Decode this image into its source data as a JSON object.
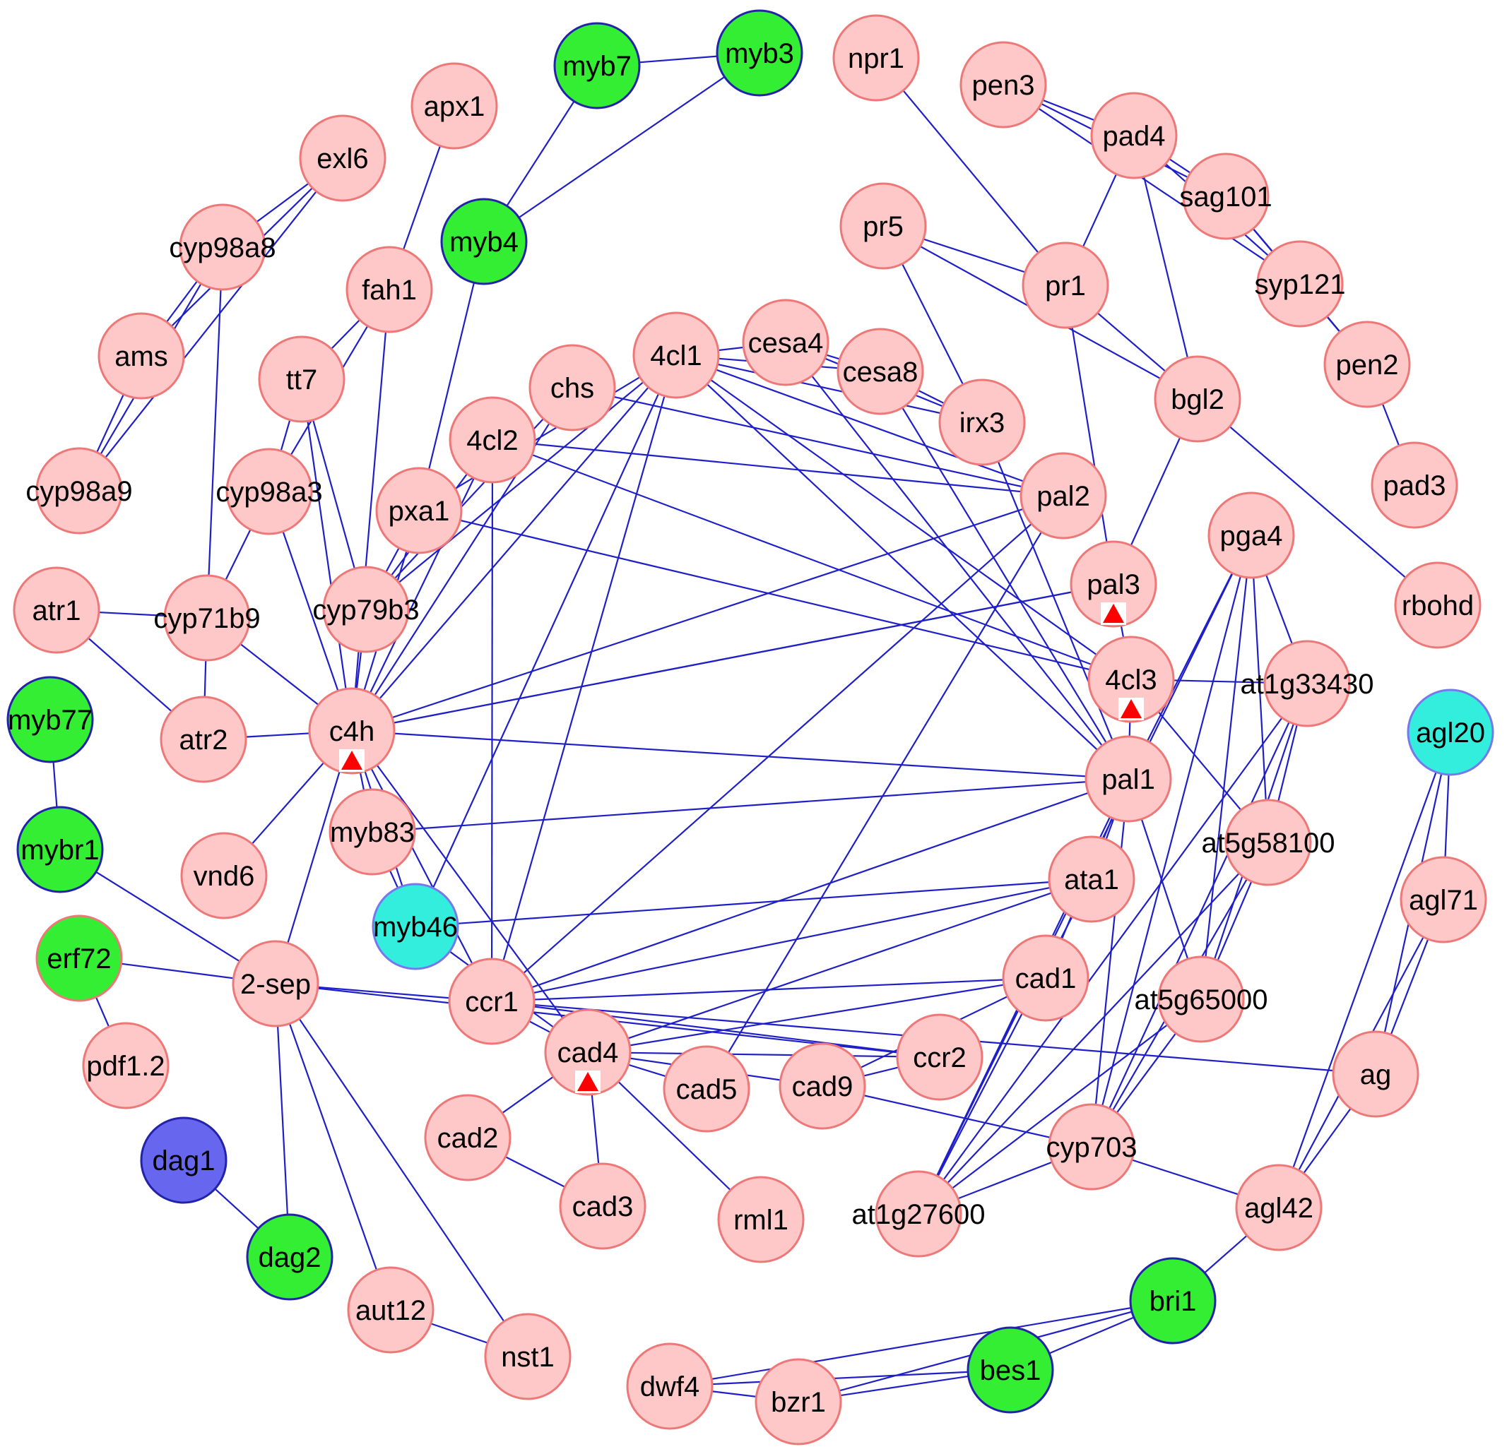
{
  "colors": {
    "edge": "#1f1fc8",
    "background": "#ffffff",
    "marker": "#ff0000",
    "node_fill": {
      "pink": "#ffc8c8",
      "green": "#33ee33",
      "cyan": "#33eedd",
      "blue": "#6666ee"
    },
    "node_stroke": {
      "pink": "#ee7777",
      "green": "#2222aa",
      "cyan": "#7777ee",
      "blue": "#2222aa"
    }
  },
  "nodes": [
    {
      "id": "myb7",
      "color": "green"
    },
    {
      "id": "myb3",
      "color": "green"
    },
    {
      "id": "npr1",
      "color": "pink"
    },
    {
      "id": "pen3",
      "color": "pink"
    },
    {
      "id": "apx1",
      "color": "pink"
    },
    {
      "id": "exl6",
      "color": "pink"
    },
    {
      "id": "pad4",
      "color": "pink"
    },
    {
      "id": "sag101",
      "color": "pink"
    },
    {
      "id": "myb4",
      "color": "green"
    },
    {
      "id": "cyp98a8",
      "color": "pink"
    },
    {
      "id": "pr5",
      "color": "pink"
    },
    {
      "id": "fah1",
      "color": "pink"
    },
    {
      "id": "pr1",
      "color": "pink"
    },
    {
      "id": "syp121",
      "color": "pink"
    },
    {
      "id": "ams",
      "color": "pink"
    },
    {
      "id": "4cl1",
      "color": "pink"
    },
    {
      "id": "cesa4",
      "color": "pink"
    },
    {
      "id": "tt7",
      "color": "pink"
    },
    {
      "id": "cesa8",
      "color": "pink"
    },
    {
      "id": "pen2",
      "color": "pink"
    },
    {
      "id": "chs",
      "color": "pink"
    },
    {
      "id": "bgl2",
      "color": "pink"
    },
    {
      "id": "irx3",
      "color": "pink"
    },
    {
      "id": "4cl2",
      "color": "pink"
    },
    {
      "id": "pad3",
      "color": "pink"
    },
    {
      "id": "cyp98a9",
      "color": "pink"
    },
    {
      "id": "cyp98a3",
      "color": "pink"
    },
    {
      "id": "pal2",
      "color": "pink"
    },
    {
      "id": "pxa1",
      "color": "pink"
    },
    {
      "id": "pga4",
      "color": "pink"
    },
    {
      "id": "pal3",
      "color": "pink",
      "marker": true
    },
    {
      "id": "atr1",
      "color": "pink"
    },
    {
      "id": "rbohd",
      "color": "pink"
    },
    {
      "id": "cyp71b9",
      "color": "pink"
    },
    {
      "id": "cyp79b3",
      "color": "pink"
    },
    {
      "id": "4cl3",
      "color": "pink",
      "marker": true
    },
    {
      "id": "at1g33430",
      "color": "pink"
    },
    {
      "id": "myb77",
      "color": "green"
    },
    {
      "id": "atr2",
      "color": "pink"
    },
    {
      "id": "c4h",
      "color": "pink",
      "marker": true
    },
    {
      "id": "agl20",
      "color": "cyan"
    },
    {
      "id": "pal1",
      "color": "pink"
    },
    {
      "id": "mybr1",
      "color": "green"
    },
    {
      "id": "myb83",
      "color": "pink"
    },
    {
      "id": "at5g58100",
      "color": "pink"
    },
    {
      "id": "vnd6",
      "color": "pink"
    },
    {
      "id": "ata1",
      "color": "pink"
    },
    {
      "id": "agl71",
      "color": "pink"
    },
    {
      "id": "myb46",
      "color": "cyan"
    },
    {
      "id": "erf72",
      "color": "green",
      "stroke": "pink"
    },
    {
      "id": "2-sep",
      "color": "pink"
    },
    {
      "id": "cad1",
      "color": "pink"
    },
    {
      "id": "ccr1",
      "color": "pink"
    },
    {
      "id": "at5g65000",
      "color": "pink"
    },
    {
      "id": "cad4",
      "color": "pink",
      "marker": true
    },
    {
      "id": "ccr2",
      "color": "pink"
    },
    {
      "id": "ag",
      "color": "pink"
    },
    {
      "id": "pdf1.2",
      "color": "pink"
    },
    {
      "id": "cad5",
      "color": "pink"
    },
    {
      "id": "cad9",
      "color": "pink"
    },
    {
      "id": "dag1",
      "color": "blue"
    },
    {
      "id": "cad2",
      "color": "pink"
    },
    {
      "id": "cyp703",
      "color": "pink"
    },
    {
      "id": "agl42",
      "color": "pink"
    },
    {
      "id": "cad3",
      "color": "pink"
    },
    {
      "id": "rml1",
      "color": "pink"
    },
    {
      "id": "at1g27600",
      "color": "pink"
    },
    {
      "id": "dag2",
      "color": "green"
    },
    {
      "id": "bri1",
      "color": "green"
    },
    {
      "id": "aut12",
      "color": "pink"
    },
    {
      "id": "nst1",
      "color": "pink"
    },
    {
      "id": "bes1",
      "color": "green"
    },
    {
      "id": "dwf4",
      "color": "pink"
    },
    {
      "id": "bzr1",
      "color": "pink"
    }
  ],
  "edges": [
    [
      "myb7",
      "myb3"
    ],
    [
      "myb7",
      "myb4"
    ],
    [
      "myb3",
      "myb4"
    ],
    [
      "myb4",
      "pxa1"
    ],
    [
      "myb77",
      "mybr1"
    ],
    [
      "mybr1",
      "2-sep"
    ],
    [
      "erf72",
      "2-sep"
    ],
    [
      "erf72",
      "pdf1.2"
    ],
    [
      "dag1",
      "dag2"
    ],
    [
      "exl6",
      "cyp98a8"
    ],
    [
      "exl6",
      "ams"
    ],
    [
      "exl6",
      "cyp98a9"
    ],
    [
      "cyp98a8",
      "ams"
    ],
    [
      "cyp98a8",
      "cyp98a9"
    ],
    [
      "ams",
      "cyp98a9"
    ],
    [
      "cyp98a8",
      "cyp71b9"
    ],
    [
      "apx1",
      "fah1"
    ],
    [
      "fah1",
      "tt7"
    ],
    [
      "fah1",
      "cyp98a3"
    ],
    [
      "fah1",
      "c4h"
    ],
    [
      "tt7",
      "cyp98a3"
    ],
    [
      "tt7",
      "cyp79b3"
    ],
    [
      "tt7",
      "c4h"
    ],
    [
      "cyp98a3",
      "cyp71b9"
    ],
    [
      "cyp98a3",
      "c4h"
    ],
    [
      "atr1",
      "cyp71b9"
    ],
    [
      "atr1",
      "atr2"
    ],
    [
      "cyp71b9",
      "atr2"
    ],
    [
      "cyp71b9",
      "c4h"
    ],
    [
      "atr2",
      "c4h"
    ],
    [
      "c4h",
      "4cl1"
    ],
    [
      "c4h",
      "4cl2"
    ],
    [
      "c4h",
      "chs"
    ],
    [
      "c4h",
      "pxa1"
    ],
    [
      "c4h",
      "cyp79b3"
    ],
    [
      "c4h",
      "pal1"
    ],
    [
      "c4h",
      "pal2"
    ],
    [
      "c4h",
      "pal3"
    ],
    [
      "c4h",
      "myb83"
    ],
    [
      "c4h",
      "myb46"
    ],
    [
      "c4h",
      "ccr1"
    ],
    [
      "c4h",
      "vnd6"
    ],
    [
      "c4h",
      "2-sep"
    ],
    [
      "c4h",
      "cad4"
    ],
    [
      "cyp79b3",
      "4cl1"
    ],
    [
      "cyp79b3",
      "4cl2"
    ],
    [
      "cyp79b3",
      "chs"
    ],
    [
      "cyp79b3",
      "pxa1"
    ],
    [
      "4cl1",
      "cesa4"
    ],
    [
      "4cl1",
      "cesa8"
    ],
    [
      "4cl1",
      "irx3"
    ],
    [
      "4cl1",
      "pal2"
    ],
    [
      "4cl1",
      "pal1"
    ],
    [
      "4cl1",
      "4cl3"
    ],
    [
      "4cl1",
      "ccr1"
    ],
    [
      "4cl1",
      "myb46"
    ],
    [
      "4cl1",
      "pxa1"
    ],
    [
      "cesa4",
      "cesa8"
    ],
    [
      "cesa4",
      "irx3"
    ],
    [
      "cesa8",
      "irx3"
    ],
    [
      "cesa4",
      "pal1"
    ],
    [
      "cesa8",
      "pal1"
    ],
    [
      "irx3",
      "pal1"
    ],
    [
      "chs",
      "pal2"
    ],
    [
      "4cl2",
      "pal2"
    ],
    [
      "4cl2",
      "4cl3"
    ],
    [
      "4cl2",
      "ccr1"
    ],
    [
      "pxa1",
      "4cl3"
    ],
    [
      "pal2",
      "ccr1"
    ],
    [
      "pal3",
      "c4h"
    ],
    [
      "pal3",
      "4cl3"
    ],
    [
      "4cl3",
      "pal1"
    ],
    [
      "myb83",
      "pal1"
    ],
    [
      "myb83",
      "myb46"
    ],
    [
      "myb46",
      "ata1"
    ],
    [
      "myb46",
      "cad4"
    ],
    [
      "ccr1",
      "pal1"
    ],
    [
      "ccr1",
      "ata1"
    ],
    [
      "ccr1",
      "cad1"
    ],
    [
      "ccr1",
      "ccr2"
    ],
    [
      "ccr1",
      "cad4"
    ],
    [
      "cad4",
      "cad1"
    ],
    [
      "cad4",
      "ccr2"
    ],
    [
      "cad4",
      "ata1"
    ],
    [
      "cad4",
      "cad5"
    ],
    [
      "cad4",
      "cad9"
    ],
    [
      "cad4",
      "cad2"
    ],
    [
      "cad4",
      "cad3"
    ],
    [
      "cad4",
      "rml1"
    ],
    [
      "cad2",
      "cad3"
    ],
    [
      "cad5",
      "pal2"
    ],
    [
      "cad9",
      "ccr2"
    ],
    [
      "cad9",
      "cad1"
    ],
    [
      "cad9",
      "cyp703"
    ],
    [
      "2-sep",
      "ccr2"
    ],
    [
      "2-sep",
      "ag"
    ],
    [
      "2-sep",
      "dag2"
    ],
    [
      "2-sep",
      "aut12"
    ],
    [
      "2-sep",
      "nst1"
    ],
    [
      "aut12",
      "nst1"
    ],
    [
      "npr1",
      "pr1"
    ],
    [
      "pen3",
      "pad4"
    ],
    [
      "pen3",
      "sag101"
    ],
    [
      "pen3",
      "syp121"
    ],
    [
      "pad4",
      "sag101"
    ],
    [
      "pad4",
      "syp121"
    ],
    [
      "pad4",
      "pr1"
    ],
    [
      "pad4",
      "bgl2"
    ],
    [
      "sag101",
      "syp121"
    ],
    [
      "sag101",
      "pen2"
    ],
    [
      "syp121",
      "pen2"
    ],
    [
      "pen2",
      "pad3"
    ],
    [
      "pr5",
      "pr1"
    ],
    [
      "pr5",
      "bgl2"
    ],
    [
      "pr5",
      "irx3"
    ],
    [
      "pr1",
      "bgl2"
    ],
    [
      "pr1",
      "pal3"
    ],
    [
      "bgl2",
      "rbohd"
    ],
    [
      "bgl2",
      "pal3"
    ],
    [
      "pga4",
      "at1g33430"
    ],
    [
      "pga4",
      "at5g58100"
    ],
    [
      "pga4",
      "at5g65000"
    ],
    [
      "pga4",
      "cyp703"
    ],
    [
      "pga4",
      "at1g27600"
    ],
    [
      "pga4",
      "pal1"
    ],
    [
      "at1g33430",
      "at5g58100"
    ],
    [
      "at1g33430",
      "at5g65000"
    ],
    [
      "at1g33430",
      "cyp703"
    ],
    [
      "at1g33430",
      "at1g27600"
    ],
    [
      "at1g33430",
      "4cl3"
    ],
    [
      "at5g58100",
      "at5g65000"
    ],
    [
      "at5g58100",
      "cyp703"
    ],
    [
      "at5g58100",
      "at1g27600"
    ],
    [
      "at5g58100",
      "4cl3"
    ],
    [
      "at5g65000",
      "cyp703"
    ],
    [
      "at5g65000",
      "at1g27600"
    ],
    [
      "at5g65000",
      "pal1"
    ],
    [
      "cyp703",
      "at1g27600"
    ],
    [
      "cyp703",
      "pal1"
    ],
    [
      "cyp703",
      "agl42"
    ],
    [
      "at1g27600",
      "ata1"
    ],
    [
      "at1g27600",
      "pal1"
    ],
    [
      "ata1",
      "pal1"
    ],
    [
      "cad1",
      "pal1"
    ],
    [
      "agl20",
      "agl71"
    ],
    [
      "agl20",
      "ag"
    ],
    [
      "agl20",
      "agl42"
    ],
    [
      "agl71",
      "ag"
    ],
    [
      "agl71",
      "agl42"
    ],
    [
      "ag",
      "agl42"
    ],
    [
      "agl42",
      "bri1"
    ],
    [
      "bri1",
      "bes1"
    ],
    [
      "bri1",
      "bzr1"
    ],
    [
      "bri1",
      "dwf4"
    ],
    [
      "bes1",
      "bzr1"
    ],
    [
      "bes1",
      "dwf4"
    ],
    [
      "bzr1",
      "dwf4"
    ]
  ]
}
